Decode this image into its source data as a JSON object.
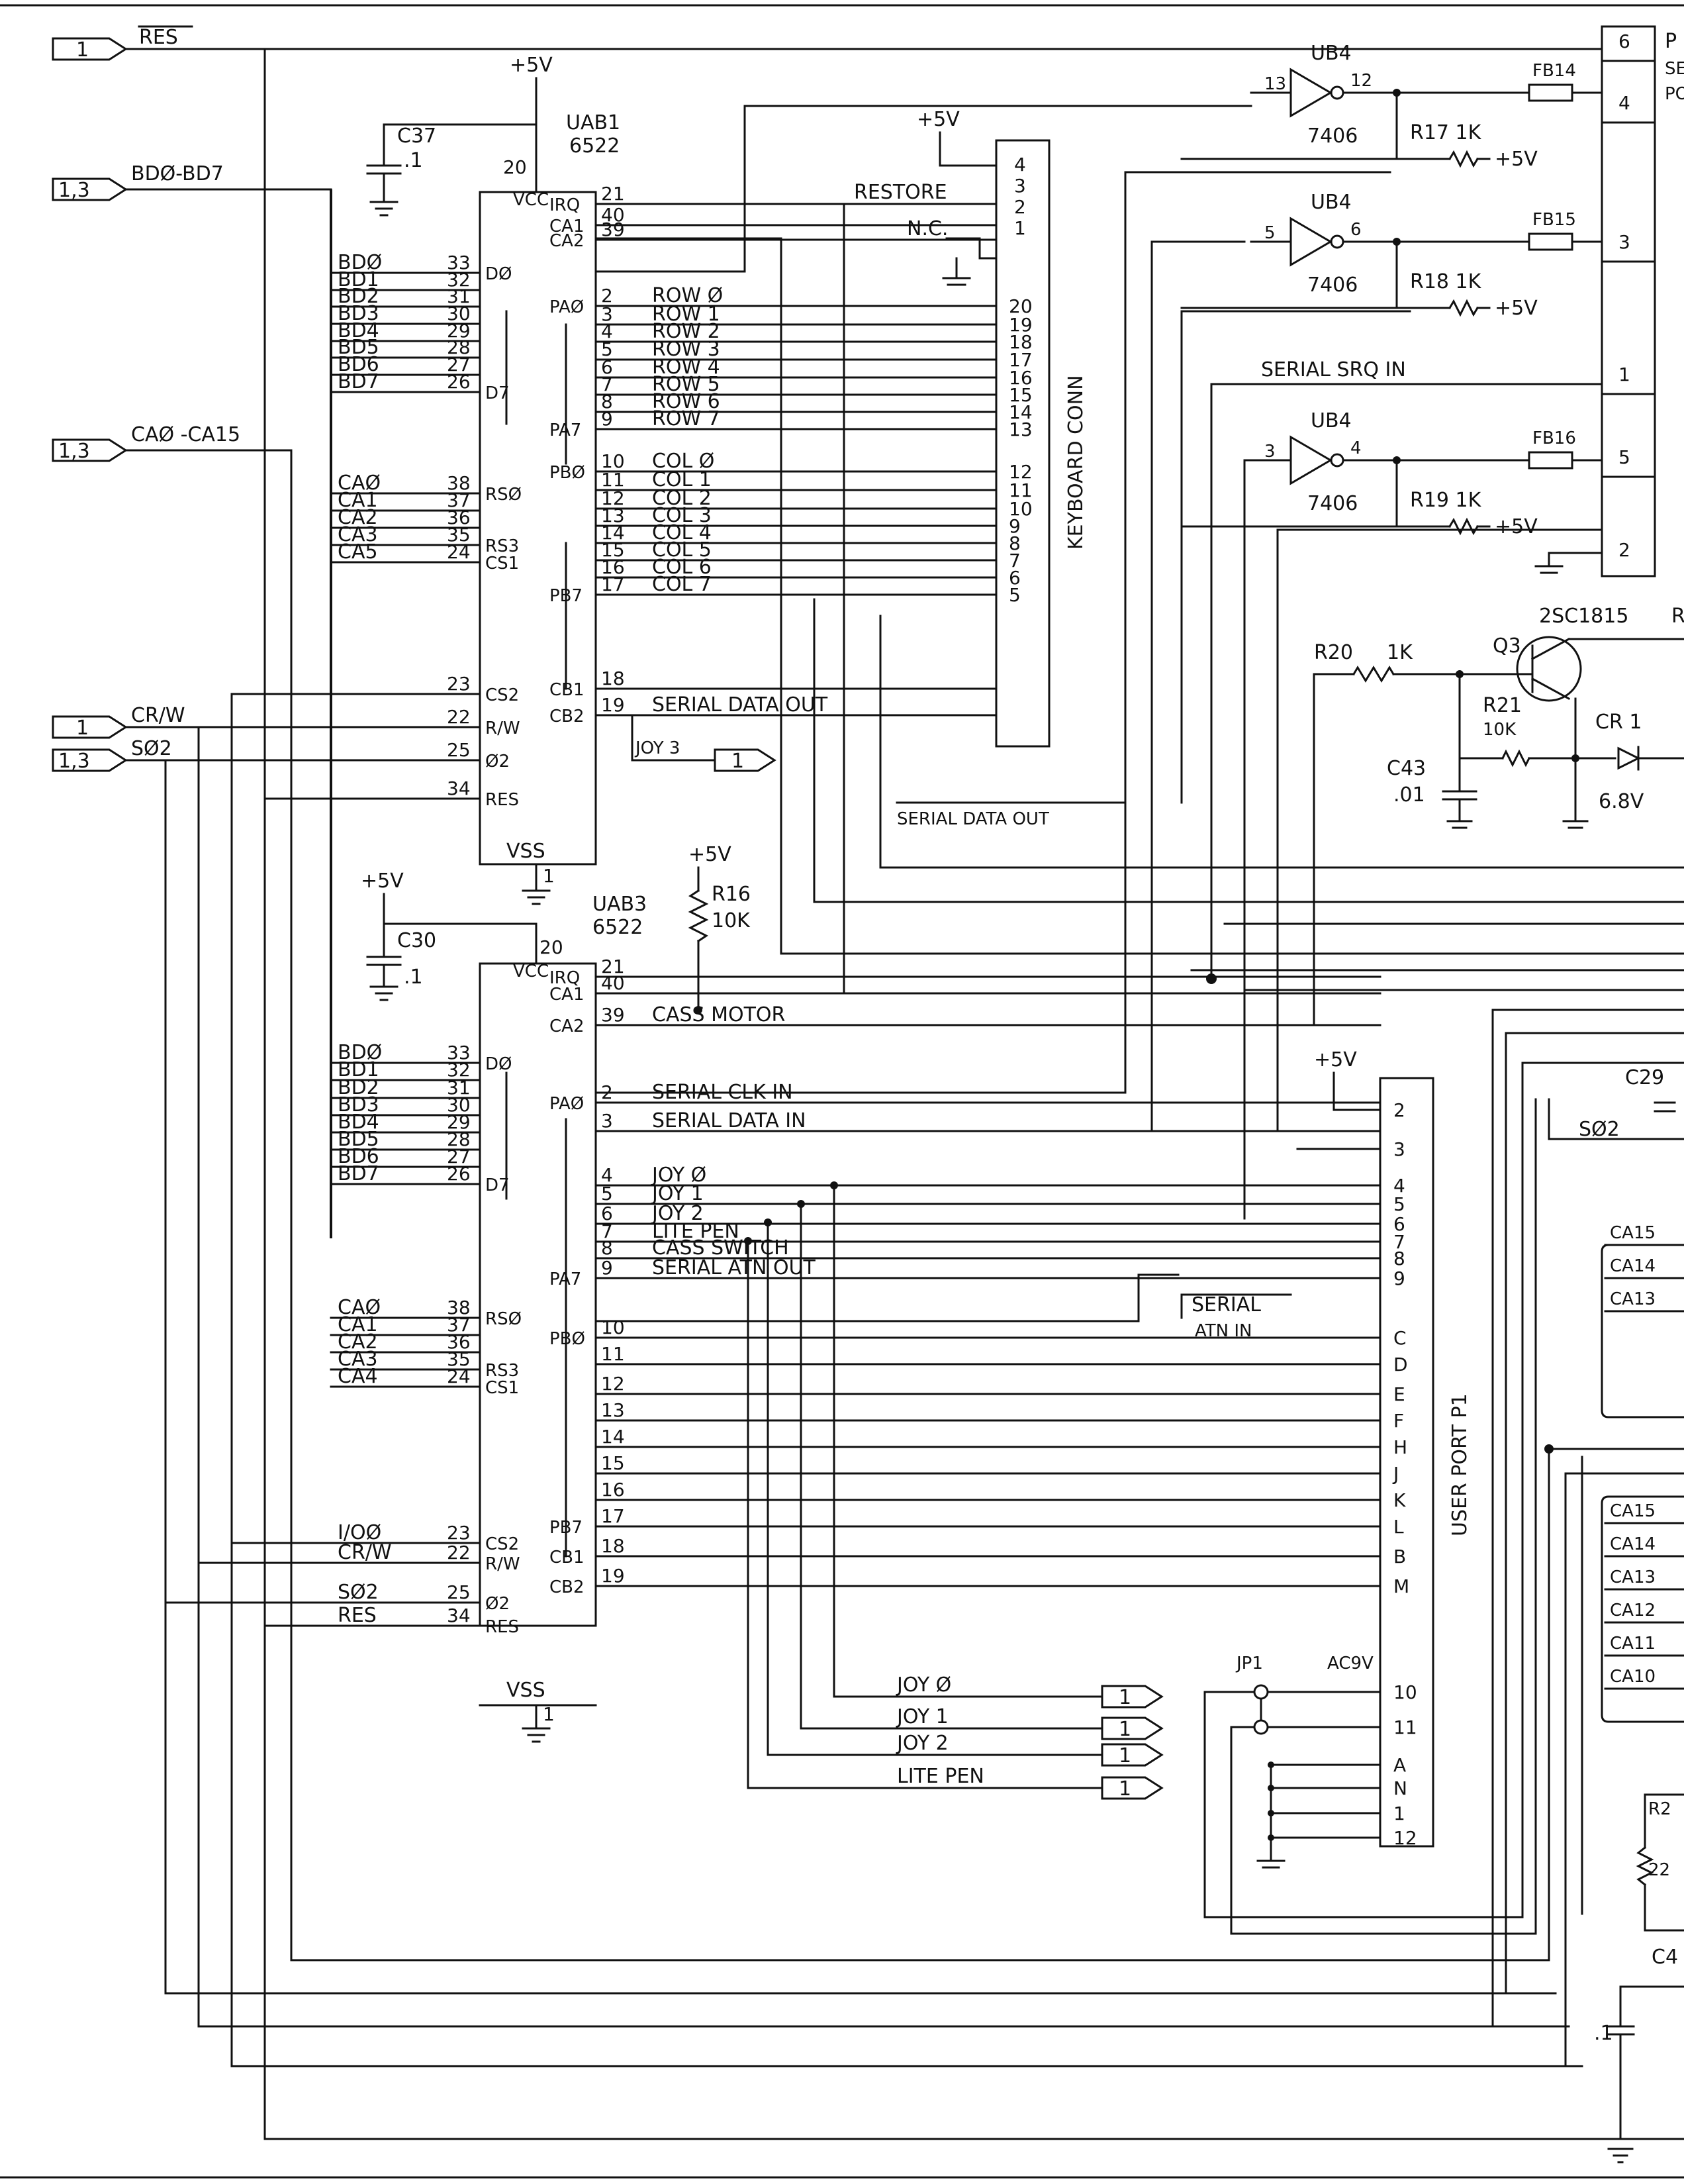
{
  "offpage": {
    "res": {
      "ref": "1",
      "net": "RES"
    },
    "bd": {
      "ref": "1,3",
      "net": "BDØ-BD7"
    },
    "ca": {
      "ref": "1,3",
      "net": "CAØ -CA15"
    },
    "crw": {
      "ref": "1",
      "net": "CR/W"
    },
    "so2": {
      "ref": "1,3",
      "net": "SØ2"
    },
    "joy3": {
      "ref": "1",
      "net": "JOY 3"
    },
    "joy0": {
      "ref": "1",
      "net": "JOY Ø"
    },
    "joy1": {
      "ref": "1",
      "net": "JOY 1"
    },
    "joy2": {
      "ref": "1",
      "net": "JOY 2"
    },
    "litepen": {
      "ref": "1",
      "net": "LITE PEN"
    }
  },
  "supply": {
    "p5v": "+5V"
  },
  "cap": {
    "c37": {
      "name": "C37",
      "val": ".1"
    },
    "c30": {
      "name": "C30",
      "val": ".1"
    },
    "c43": {
      "name": "C43",
      "val": ".01"
    },
    "c29": {
      "name": "C29"
    },
    "c4": {
      "name": "C4",
      "val": ".1"
    }
  },
  "uab1": {
    "ref": "UAB1",
    "part": "6522",
    "vcc": "VCC",
    "vss": "VSS",
    "vcc_pin": "20",
    "vss_pin": "1",
    "left": [
      {
        "pin": "33",
        "name": "DØ",
        "net": "BDØ"
      },
      {
        "pin": "32",
        "name": "",
        "net": "BD1"
      },
      {
        "pin": "31",
        "name": "",
        "net": "BD2"
      },
      {
        "pin": "30",
        "name": "",
        "net": "BD3"
      },
      {
        "pin": "29",
        "name": "",
        "net": "BD4"
      },
      {
        "pin": "28",
        "name": "",
        "net": "BD5"
      },
      {
        "pin": "27",
        "name": "",
        "net": "BD6"
      },
      {
        "pin": "26",
        "name": "D7",
        "net": "BD7"
      },
      {
        "pin": "38",
        "name": "RSØ",
        "net": "CAØ"
      },
      {
        "pin": "37",
        "name": "",
        "net": "CA1"
      },
      {
        "pin": "36",
        "name": "",
        "net": "CA2"
      },
      {
        "pin": "35",
        "name": "RS3",
        "net": "CA3"
      },
      {
        "pin": "24",
        "name": "CS1",
        "net": "CA5"
      },
      {
        "pin": "23",
        "name": "CS2",
        "net": ""
      },
      {
        "pin": "22",
        "name": "R/W",
        "net": ""
      },
      {
        "pin": "25",
        "name": "Ø2",
        "net": ""
      },
      {
        "pin": "34",
        "name": "RES",
        "net": ""
      }
    ],
    "right": [
      {
        "pin": "21",
        "name": "IRQ",
        "net": ""
      },
      {
        "pin": "40",
        "name": "CA1",
        "net": ""
      },
      {
        "pin": "39",
        "name": "CA2",
        "net": ""
      },
      {
        "pin": "2",
        "name": "PAØ",
        "net": "ROW Ø"
      },
      {
        "pin": "3",
        "name": "",
        "net": "ROW 1"
      },
      {
        "pin": "4",
        "name": "",
        "net": "ROW 2"
      },
      {
        "pin": "5",
        "name": "",
        "net": "ROW 3"
      },
      {
        "pin": "6",
        "name": "",
        "net": "ROW 4"
      },
      {
        "pin": "7",
        "name": "",
        "net": "ROW 5"
      },
      {
        "pin": "8",
        "name": "",
        "net": "ROW 6"
      },
      {
        "pin": "9",
        "name": "PA7",
        "net": "ROW 7"
      },
      {
        "pin": "10",
        "name": "PBØ",
        "net": "COL Ø"
      },
      {
        "pin": "11",
        "name": "",
        "net": "COL 1"
      },
      {
        "pin": "12",
        "name": "",
        "net": "COL 2"
      },
      {
        "pin": "13",
        "name": "",
        "net": "COL 3"
      },
      {
        "pin": "14",
        "name": "",
        "net": "COL 4"
      },
      {
        "pin": "15",
        "name": "",
        "net": "COL 5"
      },
      {
        "pin": "16",
        "name": "",
        "net": "COL 6"
      },
      {
        "pin": "17",
        "name": "PB7",
        "net": "COL 7"
      },
      {
        "pin": "18",
        "name": "CB1",
        "net": ""
      },
      {
        "pin": "19",
        "name": "CB2",
        "net": "SERIAL DATA OUT"
      }
    ]
  },
  "uab3": {
    "ref": "UAB3",
    "part": "6522",
    "vcc": "VCC",
    "vss": "VSS",
    "vcc_pin": "20",
    "vss_pin": "1",
    "left": [
      {
        "pin": "33",
        "name": "DØ",
        "net": "BDØ"
      },
      {
        "pin": "32",
        "name": "",
        "net": "BD1"
      },
      {
        "pin": "31",
        "name": "",
        "net": "BD2"
      },
      {
        "pin": "30",
        "name": "",
        "net": "BD3"
      },
      {
        "pin": "29",
        "name": "",
        "net": "BD4"
      },
      {
        "pin": "28",
        "name": "",
        "net": "BD5"
      },
      {
        "pin": "27",
        "name": "",
        "net": "BD6"
      },
      {
        "pin": "26",
        "name": "D7",
        "net": "BD7"
      },
      {
        "pin": "38",
        "name": "RSØ",
        "net": "CAØ"
      },
      {
        "pin": "37",
        "name": "",
        "net": "CA1"
      },
      {
        "pin": "36",
        "name": "",
        "net": "CA2"
      },
      {
        "pin": "35",
        "name": "RS3",
        "net": "CA3"
      },
      {
        "pin": "24",
        "name": "CS1",
        "net": "CA4"
      },
      {
        "pin": "23",
        "name": "CS2",
        "net": "I/OØ"
      },
      {
        "pin": "22",
        "name": "R/W",
        "net": "CR/W"
      },
      {
        "pin": "25",
        "name": "Ø2",
        "net": "SØ2"
      },
      {
        "pin": "34",
        "name": "RES",
        "net": "RES"
      }
    ],
    "right": [
      {
        "pin": "21",
        "name": "IRQ",
        "net": ""
      },
      {
        "pin": "40",
        "name": "CA1",
        "net": ""
      },
      {
        "pin": "39",
        "name": "CA2",
        "net": "CASS MOTOR"
      },
      {
        "pin": "2",
        "name": "PAØ",
        "net": "SERIAL CLK IN"
      },
      {
        "pin": "3",
        "name": "",
        "net": "SERIAL DATA IN"
      },
      {
        "pin": "4",
        "name": "",
        "net": "JOY Ø"
      },
      {
        "pin": "5",
        "name": "",
        "net": "JOY 1"
      },
      {
        "pin": "6",
        "name": "",
        "net": "JOY 2"
      },
      {
        "pin": "7",
        "name": "",
        "net": "LITE PEN"
      },
      {
        "pin": "8",
        "name": "",
        "net": "CASS SWITCH"
      },
      {
        "pin": "9",
        "name": "PA7",
        "net": "SERIAL ATN OUT"
      },
      {
        "pin": "10",
        "name": "PBØ",
        "net": ""
      },
      {
        "pin": "11",
        "name": "",
        "net": ""
      },
      {
        "pin": "12",
        "name": "",
        "net": ""
      },
      {
        "pin": "13",
        "name": "",
        "net": ""
      },
      {
        "pin": "14",
        "name": "",
        "net": ""
      },
      {
        "pin": "15",
        "name": "",
        "net": ""
      },
      {
        "pin": "16",
        "name": "",
        "net": ""
      },
      {
        "pin": "17",
        "name": "PB7",
        "net": ""
      },
      {
        "pin": "18",
        "name": "CB1",
        "net": ""
      },
      {
        "pin": "19",
        "name": "CB2",
        "net": ""
      }
    ]
  },
  "keyboard": {
    "title": "KEYBOARD CONN",
    "restore": "RESTORE",
    "nc": "N.C.",
    "top_pins": [
      "4",
      "3",
      "2",
      "1"
    ],
    "pins": [
      "20",
      "19",
      "18",
      "17",
      "16",
      "15",
      "14",
      "13",
      "12",
      "11",
      "10",
      "9",
      "8",
      "7",
      "6",
      "5"
    ]
  },
  "r16": {
    "name": "R16",
    "val": "10K"
  },
  "inverters": [
    {
      "ref": "UB4",
      "part": "7406",
      "in": "13",
      "out": "12",
      "res": "R17  1K",
      "fb": "FB14",
      "pin": "4"
    },
    {
      "ref": "UB4",
      "part": "7406",
      "in": "5",
      "out": "6",
      "res": "R18  1K",
      "fb": "FB15",
      "pin": "3"
    },
    {
      "ref": "UB4",
      "part": "7406",
      "in": "3",
      "out": "4",
      "res": "R19  1K",
      "fb": "FB16",
      "pin": "5"
    }
  ],
  "serial_conn": {
    "pins": [
      "6",
      "4",
      "3",
      "1",
      "5",
      "2"
    ],
    "label_lines": [
      "P",
      "SE",
      "PO"
    ]
  },
  "serial_srq": "SERIAL SRQ IN",
  "serial_atn_in": [
    "SERIAL",
    "ATN IN"
  ],
  "q3": {
    "ref": "Q3",
    "part": "2SC1815",
    "trunc": "R"
  },
  "r20": {
    "name": "R20",
    "val": "1K"
  },
  "r21": {
    "name": "R21",
    "val": "10K"
  },
  "cr1": {
    "name": "CR 1",
    "val": "6.8V"
  },
  "user_port": {
    "title": "USER PORT  P1",
    "pins": [
      "2",
      "3",
      "4",
      "5",
      "6",
      "7",
      "8",
      "9",
      "C",
      "D",
      "E",
      "F",
      "H",
      "J",
      "K",
      "L",
      "B",
      "M",
      "10",
      "11",
      "A",
      "N",
      "1",
      "12"
    ],
    "ac9v": "AC9V",
    "jp1": "JP1"
  },
  "right_edge": {
    "so2": "SØ2",
    "group1": [
      "CA15",
      "CA14",
      "CA13"
    ],
    "group2": [
      "CA15",
      "CA14",
      "CA13",
      "CA12",
      "CA11",
      "CA10"
    ],
    "r2": "R2",
    "r2v": "22"
  }
}
